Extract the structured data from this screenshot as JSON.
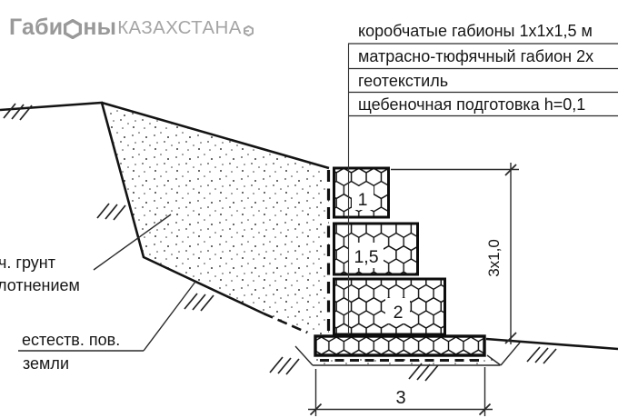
{
  "logo": {
    "word_bold_1": "Габи",
    "word_bold_2": "ны",
    "word_caps": "КАЗАХСТАНА",
    "color": "#999999"
  },
  "callouts": {
    "rows": [
      "коробчатые габионы 1х1х1,5 м",
      "матрасно-тюфячный габион 2х",
      "геотекстиль",
      "щебеночная подготовка  h=0,1"
    ]
  },
  "diagram": {
    "box_labels": [
      "1",
      "1,5",
      "2"
    ],
    "dimensions": {
      "height_label": "3х1,0",
      "width_label": "3"
    },
    "annotations": {
      "soil_line1": "ч. грунт",
      "soil_line2": "лотнением",
      "ground_line1": "естеств. пов.",
      "ground_line2": "земли"
    },
    "colors": {
      "line": "#141414",
      "thin_line": "#2a2a2a",
      "stipple": "#3a3a3a"
    }
  }
}
